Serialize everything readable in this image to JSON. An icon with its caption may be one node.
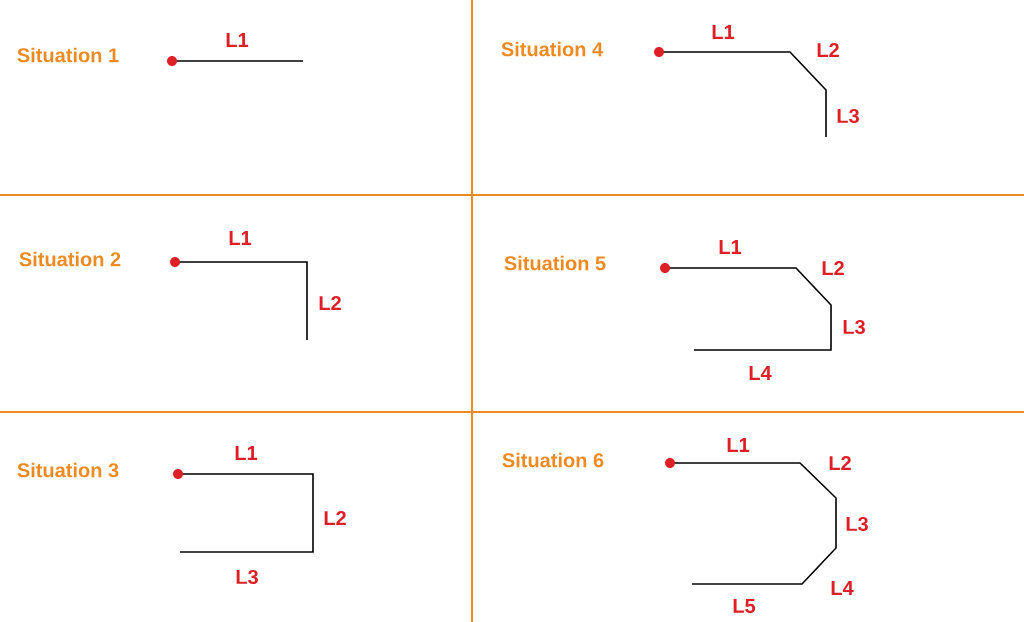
{
  "diagram": {
    "labels": [
      "Situation 1",
      "L1",
      "Situation 4",
      "L1",
      "L2",
      "L3",
      "Situation 2",
      "L1",
      "L2",
      "Situation 5",
      "L1",
      "L2",
      "L3",
      "L4",
      "Situation 3",
      "L1",
      "L2",
      "L3",
      "Situation 6",
      "L1",
      "L2",
      "L3",
      "L4",
      "L5"
    ]
  }
}
